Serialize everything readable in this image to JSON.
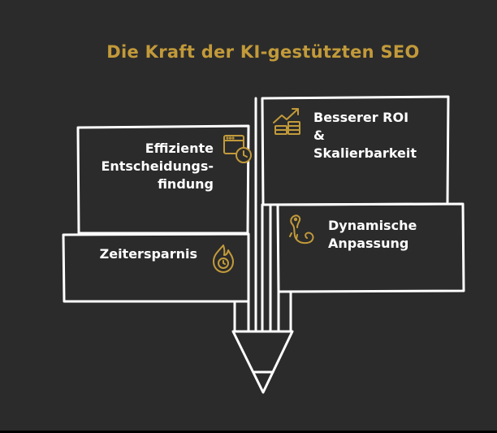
{
  "title": "Die Kraft der KI-gestützten SEO",
  "colors": {
    "background": "#2b2b2b",
    "accent": "#c29a3a",
    "stroke": "#ffffff"
  },
  "boxes": [
    {
      "id": "efficient-decisions",
      "lines": [
        "Effiziente",
        "Entscheidungs-",
        "findung"
      ],
      "icon": "browser-clock-icon"
    },
    {
      "id": "roi",
      "lines": [
        "Besserer ROI",
        "&",
        "Skalierbarkeit"
      ],
      "icon": "growth-coins-icon"
    },
    {
      "id": "time-savings",
      "lines": [
        "Zeitersparnis"
      ],
      "icon": "fire-clock-icon"
    },
    {
      "id": "dynamic-adaptation",
      "lines": [
        "Dynamische",
        "Anpassung"
      ],
      "icon": "chameleon-icon"
    }
  ]
}
